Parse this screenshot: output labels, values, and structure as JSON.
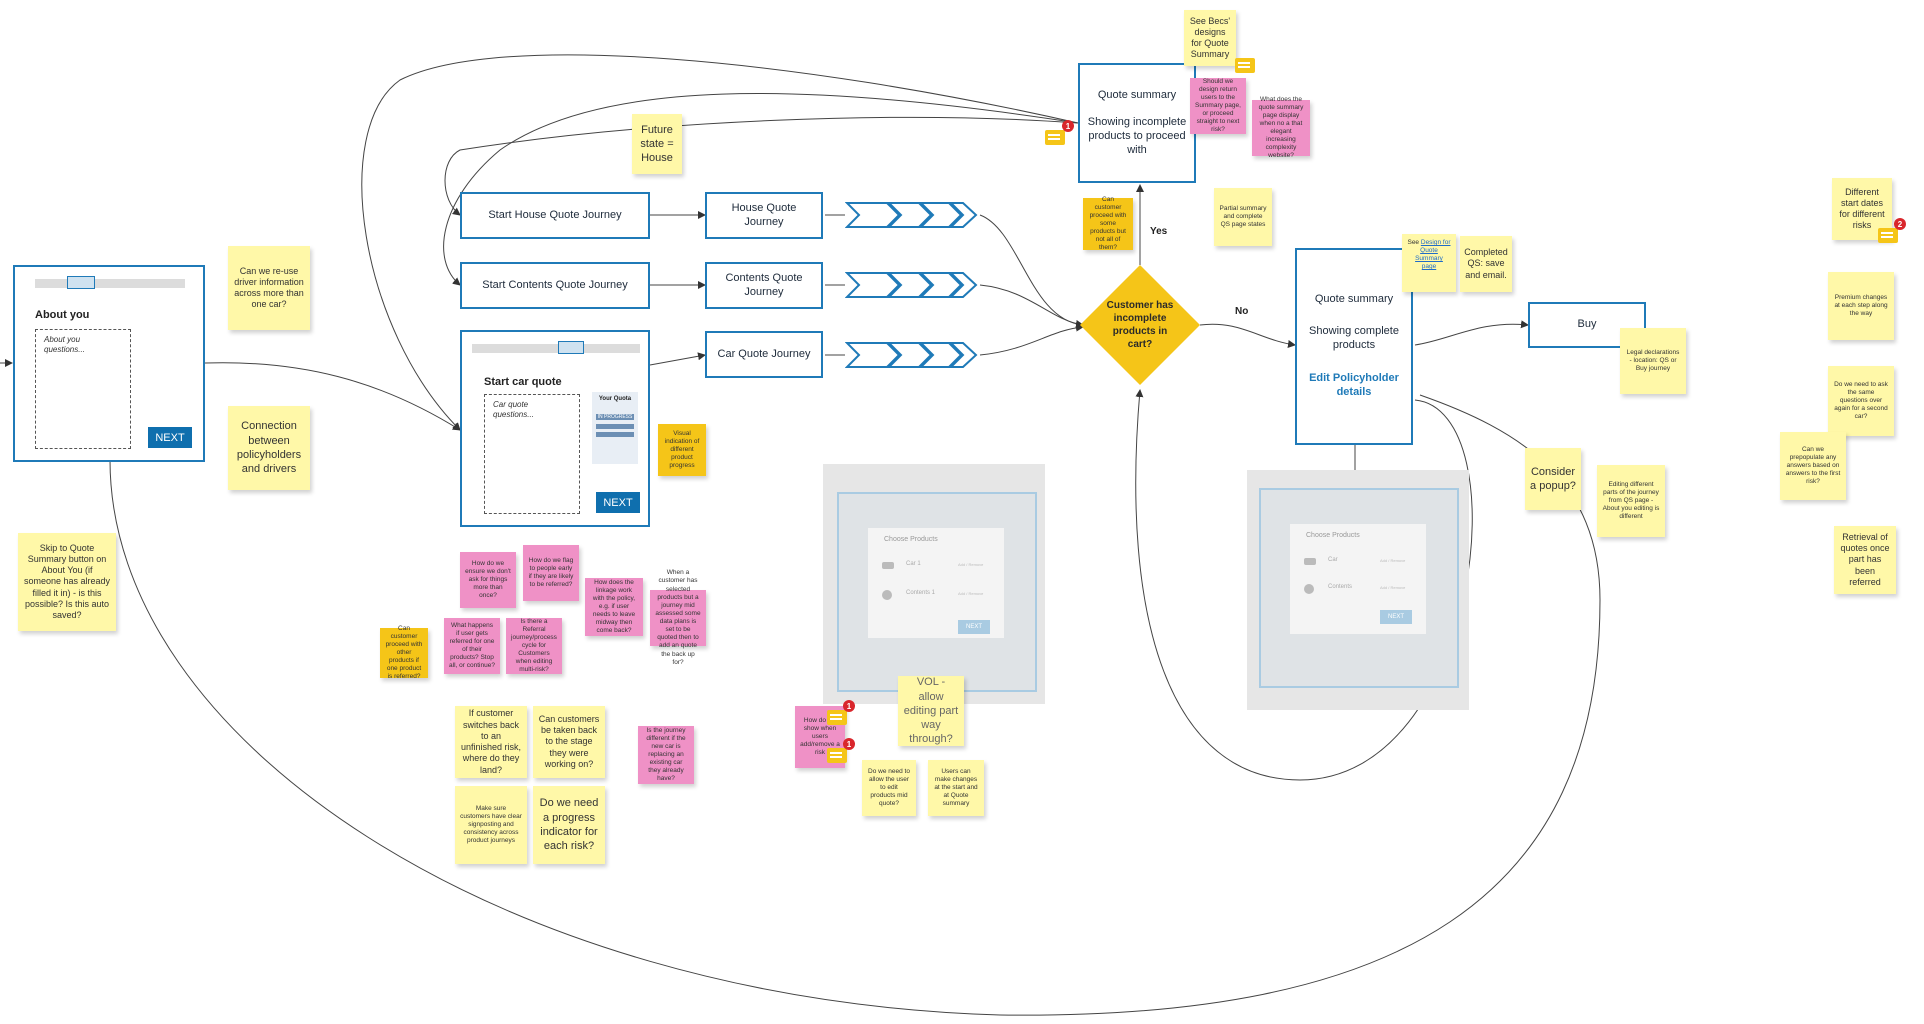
{
  "flow": {
    "start_house": "Start House Quote Journey",
    "start_contents": "Start Contents Quote Journey",
    "house_journey": "House Quote Journey",
    "contents_journey": "Contents Quote Journey",
    "car_journey": "Car Quote Journey",
    "quote_summary_incomplete": "Quote summary\n\nShowing incomplete products to proceed with",
    "decision": "Customer has incomplete products in cart?",
    "yes": "Yes",
    "no": "No",
    "quote_summary_complete_title": "Quote summary",
    "quote_summary_complete_body": "Showing complete products",
    "edit_policyholder": "Edit Policyholder details",
    "buy": "Buy"
  },
  "about_you": {
    "title": "About you",
    "body": "About you questions...",
    "next": "NEXT"
  },
  "car_quote": {
    "title": "Start car quote",
    "body": "Car quote questions...",
    "side_title": "Your Quota",
    "side_badge": "IN PROGRESS",
    "next": "NEXT"
  },
  "mockups": {
    "choose_products_1": "Choose Products",
    "item_car_1": "Car 1",
    "item_contents_1": "Contents 1",
    "add_remove": "Add / Remove",
    "next_1": "NEXT",
    "choose_products_2": "Choose Products",
    "item_car_2": "Car",
    "item_contents_2": "Contents",
    "next_2": "NEXT"
  },
  "notes": {
    "future_state": "Future state = House",
    "becs_designs": "See Becs' designs for Quote Summary",
    "should_we_design": "Should we design return users to the Summary page, or proceed straight to next risk?",
    "what_does_quote": "What does the quote summary page display when no a that elegant increasing complexity website?",
    "can_customer_proceed": "Can customer proceed with some products but not all of them?",
    "partial_summary": "Partial summary and complete QS page states",
    "see_design_link_prefix": "See",
    "see_design_link": "Design for Quote Summary page",
    "completed_qs": "Completed QS: save and email.",
    "legal_declarations": "Legal declarations - location: QS or Buy journey",
    "consider_popup": "Consider a popup?",
    "editing_parts": "Editing different parts of the journey from QS page - About you editing is different",
    "reuse_driver": "Can we re-use driver information across more than one car?",
    "connection": "Connection between policyholders and drivers",
    "skip_quote": "Skip to Quote Summary button on About You (if someone has already filled it in) - is this possible? Is this auto saved?",
    "visual_indication": "Visual indication of different product progress",
    "ensure_not_ask": "How do we ensure we don't ask for things more than once?",
    "flag_people": "How do we flag to people early if they are likely to be referred?",
    "how_does_linked": "How does the linkage work with the policy, e.g. if user needs to leave midway then come back?",
    "when_customer": "When a customer has selected products but a journey mid assessed some data plans is set to be quoted then to add an quote the back up for?",
    "can_customer_proceed_other": "Can customer proceed with other products if one product is referred?",
    "what_happens": "What happens if user gets referred for one of their products? Stop all, or continue?",
    "referral_journey": "Is there a Referral journey/process cycle for Customers when editing multi-risk?",
    "switches_back": "If customer switches back to an unfinished risk, where do they land?",
    "taken_back": "Can customers be taken back to the stage they were working on?",
    "journey_different": "Is the journey different if the new car is replacing an existing car they already have?",
    "clear_signposting": "Make sure customers have clear signposting and consistency across product journeys",
    "progress_indicator": "Do we need a progress indicator for each risk?",
    "how_show": "How do we show when users add/remove a risk",
    "vol_allow": "VOL - allow editing part way through?",
    "allow_edit": "Do we need to allow the user to edit products mid quote?",
    "users_changes": "Users can make changes at the start and at Quote summary",
    "diff_start_dates": "Different start dates for different risks",
    "premium_changes": "Premium changes at each step along the way",
    "ask_same": "Do we need to ask the same questions over again for a second car?",
    "prepopulate": "Can we prepopulate any answers based on answers to the first risk?",
    "retrieval": "Retrieval of quotes once part has been referred"
  },
  "badges": {
    "b1": "1",
    "b2": "2",
    "b3": "1",
    "b4": "1"
  }
}
